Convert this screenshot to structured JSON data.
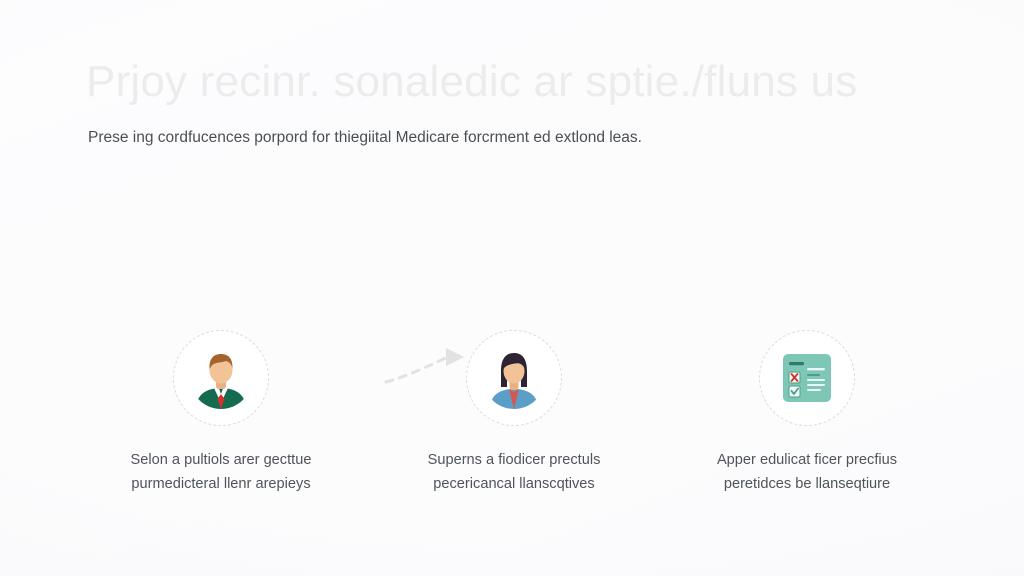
{
  "slide": {
    "headline": "Prjoy recinr. sonaledic ar sptie./fluns us",
    "subhead": "Prese ing cordfucences porpord for thiegiital Medicare forcrment ed extlond leas.",
    "background_color": "#fcfcfd",
    "headline_color": "#ececed",
    "body_text_color": "#4f545a"
  },
  "steps": [
    {
      "icon": "male-person-avatar-icon",
      "caption_line1": "Selon a pultiols arer gecttue",
      "caption_line2": "purmedicteral llenr arepieys",
      "colors": {
        "hair": "#a5642e",
        "skin": "#f2c396",
        "jacket": "#156b4f",
        "shirt": "#ffffff",
        "tie": "#d0342c"
      }
    },
    {
      "icon": "female-person-avatar-icon",
      "caption_line1": "Superns a fiodicer prectuls",
      "caption_line2": "pecericancal llanscqtives",
      "colors": {
        "hair": "#2d2533",
        "skin": "#f2c396",
        "jacket": "#5b9fc9",
        "top": "#d8564d"
      }
    },
    {
      "icon": "document-checklist-icon",
      "caption_line1": "Apper edulicat ficer precfius",
      "caption_line2": "peretidces be llanseqtiure",
      "colors": {
        "card": "#7ec7b7",
        "lines": "#3f8f7d",
        "checkbox": "#f0f8f6",
        "check_mark": "#d0342c"
      }
    }
  ],
  "connectors": [
    {
      "name": "arrow-step1-to-step2",
      "direction": "right",
      "style": "dashed",
      "color": "#e2e2e5"
    },
    {
      "name": "arrow-step3-to-step2",
      "direction": "left",
      "style": "dashed",
      "color": "#e2e2e5"
    }
  ]
}
